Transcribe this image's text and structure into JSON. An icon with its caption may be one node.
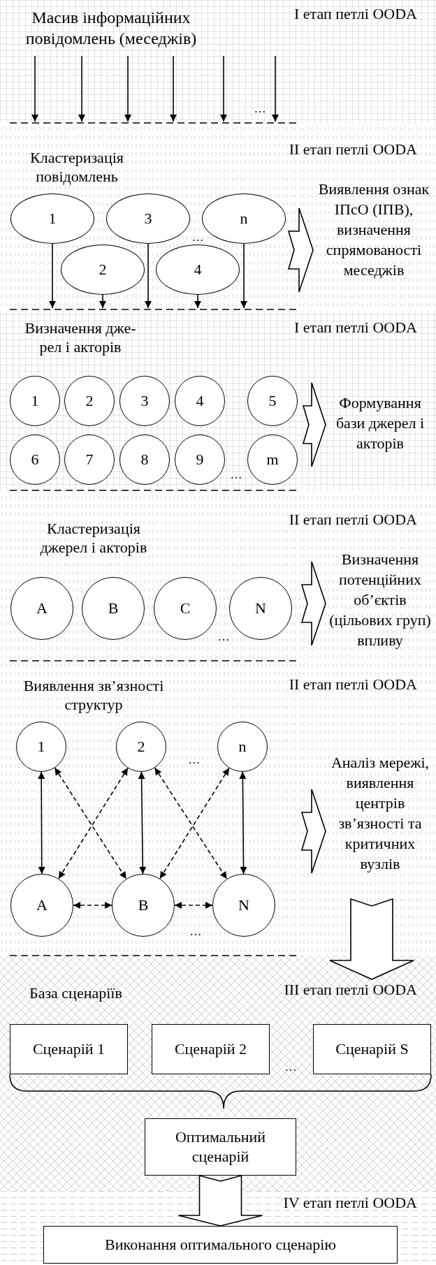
{
  "diagram": {
    "nodes": [
      {
        "text": [
          "Масив інформаційних повідомлень (меседжів)"
        ]
      },
      {
        "text": [
          "1"
        ]
      },
      {
        "text": [
          "2"
        ]
      },
      {
        "text": [
          "3"
        ]
      },
      {
        "text": [
          "4"
        ]
      },
      {
        "text": [
          "n"
        ]
      },
      {
        "text": [
          "Виявлення ознак ІПсО (ІПВ), визначення спрямованості меседжів"
        ]
      },
      {
        "text": [
          "1"
        ]
      },
      {
        "text": [
          "2"
        ]
      },
      {
        "text": [
          "3"
        ]
      },
      {
        "text": [
          "4"
        ]
      },
      {
        "text": [
          "5"
        ]
      },
      {
        "text": [
          "6"
        ]
      },
      {
        "text": [
          "7"
        ]
      },
      {
        "text": [
          "8"
        ]
      },
      {
        "text": [
          "9"
        ]
      },
      {
        "text": [
          "m"
        ]
      },
      {
        "text": [
          "Формування бази джерел і акторів"
        ]
      },
      {
        "text": [
          "A"
        ]
      },
      {
        "text": [
          "B"
        ]
      },
      {
        "text": [
          "C"
        ]
      },
      {
        "text": [
          "N"
        ]
      },
      {
        "text": [
          "Визначення потенційних об’єктів (цільових груп) впливу"
        ]
      },
      {
        "text": [
          "1"
        ]
      },
      {
        "text": [
          "2"
        ]
      },
      {
        "text": [
          "n"
        ]
      },
      {
        "text": [
          "A"
        ]
      },
      {
        "text": [
          "B"
        ]
      },
      {
        "text": [
          "N"
        ]
      },
      {
        "text": [
          "Аналіз мережі, виявлення центрів зв’язності та критичних вузлів"
        ]
      },
      {
        "text": [
          "Сценарій 1"
        ]
      },
      {
        "text": [
          "Сценарій 2"
        ]
      },
      {
        "text": [
          "Сценарій S"
        ]
      },
      {
        "text": [
          "Оптимальний сценарій"
        ]
      },
      {
        "text": [
          "Виконання оптимального сценарію"
        ]
      },
      {
        "text": [],
        "shape": "bar"
      },
      {
        "text": [],
        "shape": "bar"
      }
    ],
    "edges": [
      {
        "from": 0,
        "to": 35,
        "arrow": "to"
      },
      {
        "from": 0,
        "to": 35,
        "arrow": "to"
      },
      {
        "from": 0,
        "to": 35,
        "arrow": "to"
      },
      {
        "from": 0,
        "to": 35,
        "arrow": "to"
      },
      {
        "from": 0,
        "to": 35,
        "arrow": "to"
      },
      {
        "from": 0,
        "to": 35,
        "arrow": "to"
      },
      {
        "from": 1,
        "to": 36,
        "arrow": "to"
      },
      {
        "from": 2,
        "to": 36,
        "arrow": "to"
      },
      {
        "from": 3,
        "to": 36,
        "arrow": "to"
      },
      {
        "from": 4,
        "to": 36,
        "arrow": "to"
      },
      {
        "from": 5,
        "to": 36,
        "arrow": "to"
      },
      {
        "from": null,
        "to": 6,
        "arrow": "to",
        "style": "thick"
      },
      {
        "from": null,
        "to": 17,
        "arrow": "to",
        "style": "thick"
      },
      {
        "from": null,
        "to": 22,
        "arrow": "to",
        "style": "thick"
      },
      {
        "from": 23,
        "to": 26,
        "arrow": "both"
      },
      {
        "from": 23,
        "to": 27,
        "arrow": "both",
        "style": "dashed"
      },
      {
        "from": 24,
        "to": 26,
        "arrow": "both",
        "style": "dashed"
      },
      {
        "from": 24,
        "to": 27,
        "arrow": "both"
      },
      {
        "from": 24,
        "to": 28,
        "arrow": "both",
        "style": "dashed"
      },
      {
        "from": 25,
        "to": 27,
        "arrow": "both",
        "style": "dashed"
      },
      {
        "from": 25,
        "to": 28,
        "arrow": "both"
      },
      {
        "from": 26,
        "to": 27,
        "arrow": "both",
        "style": "dashed"
      },
      {
        "from": 27,
        "to": 28,
        "arrow": "both",
        "style": "dashed"
      },
      {
        "from": null,
        "to": 29,
        "arrow": "to",
        "style": "thick"
      },
      {
        "from": 29,
        "to": null,
        "arrow": "to",
        "style": "thick"
      },
      {
        "from": 33,
        "to": 34,
        "arrow": "to",
        "style": "thick"
      }
    ],
    "labels": [
      "I етап петлі OODA",
      "…",
      "II етап петлі OODA",
      "Кластеризація повідомлень",
      "…",
      "I етап петлі OODA",
      "Визначення дже- рел і акторів",
      "…",
      "II етап петлі OODA",
      "Кластеризація джерел і акторів",
      "…",
      "II етап петлі OODA",
      "Виявлення зв’язності структур",
      "…",
      "…",
      "III етап петлі OODA",
      "База сценаріїв",
      "…",
      "IV етап петлі OODA"
    ]
  }
}
